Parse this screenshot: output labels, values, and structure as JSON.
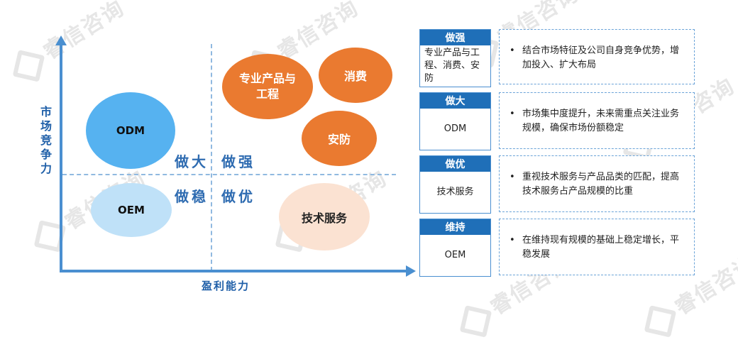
{
  "watermark": "睿信咨询",
  "axes": {
    "y_label": "市场竞争力",
    "x_label": "盈利能力"
  },
  "quadrants": {
    "top_left": "做大",
    "top_right": "做强",
    "bottom_left": "做稳",
    "bottom_right": "做优"
  },
  "bubbles": {
    "odm": "ODM",
    "oem": "OEM",
    "professional": "专业产品与工程",
    "consumer": "消费",
    "security": "安防",
    "tech_service": "技术服务"
  },
  "colors": {
    "axis": "#4a8fd0",
    "header_blue": "#1f6fb8",
    "odm_blue": "#56b2f0",
    "oem_light_blue": "#bfe1f8",
    "orange": "#ea7a30",
    "peach": "#fbe2d2"
  },
  "strategies": [
    {
      "title": "做强",
      "business": "专业产品与工程、消费、安防",
      "description": "结合市场特征及公司自身竞争优势，增加投入、扩大布局"
    },
    {
      "title": "做大",
      "business": "ODM",
      "description": "市场集中度提升，未来需重点关注业务规模，确保市场份额稳定"
    },
    {
      "title": "做优",
      "business": "技术服务",
      "description": "重视技术服务与产品品类的匹配，提高技术服务占产品规模的比重"
    },
    {
      "title": "维持",
      "business": "OEM",
      "description": "在维持现有规模的基础上稳定增长，平稳发展"
    }
  ],
  "bullet": "•"
}
